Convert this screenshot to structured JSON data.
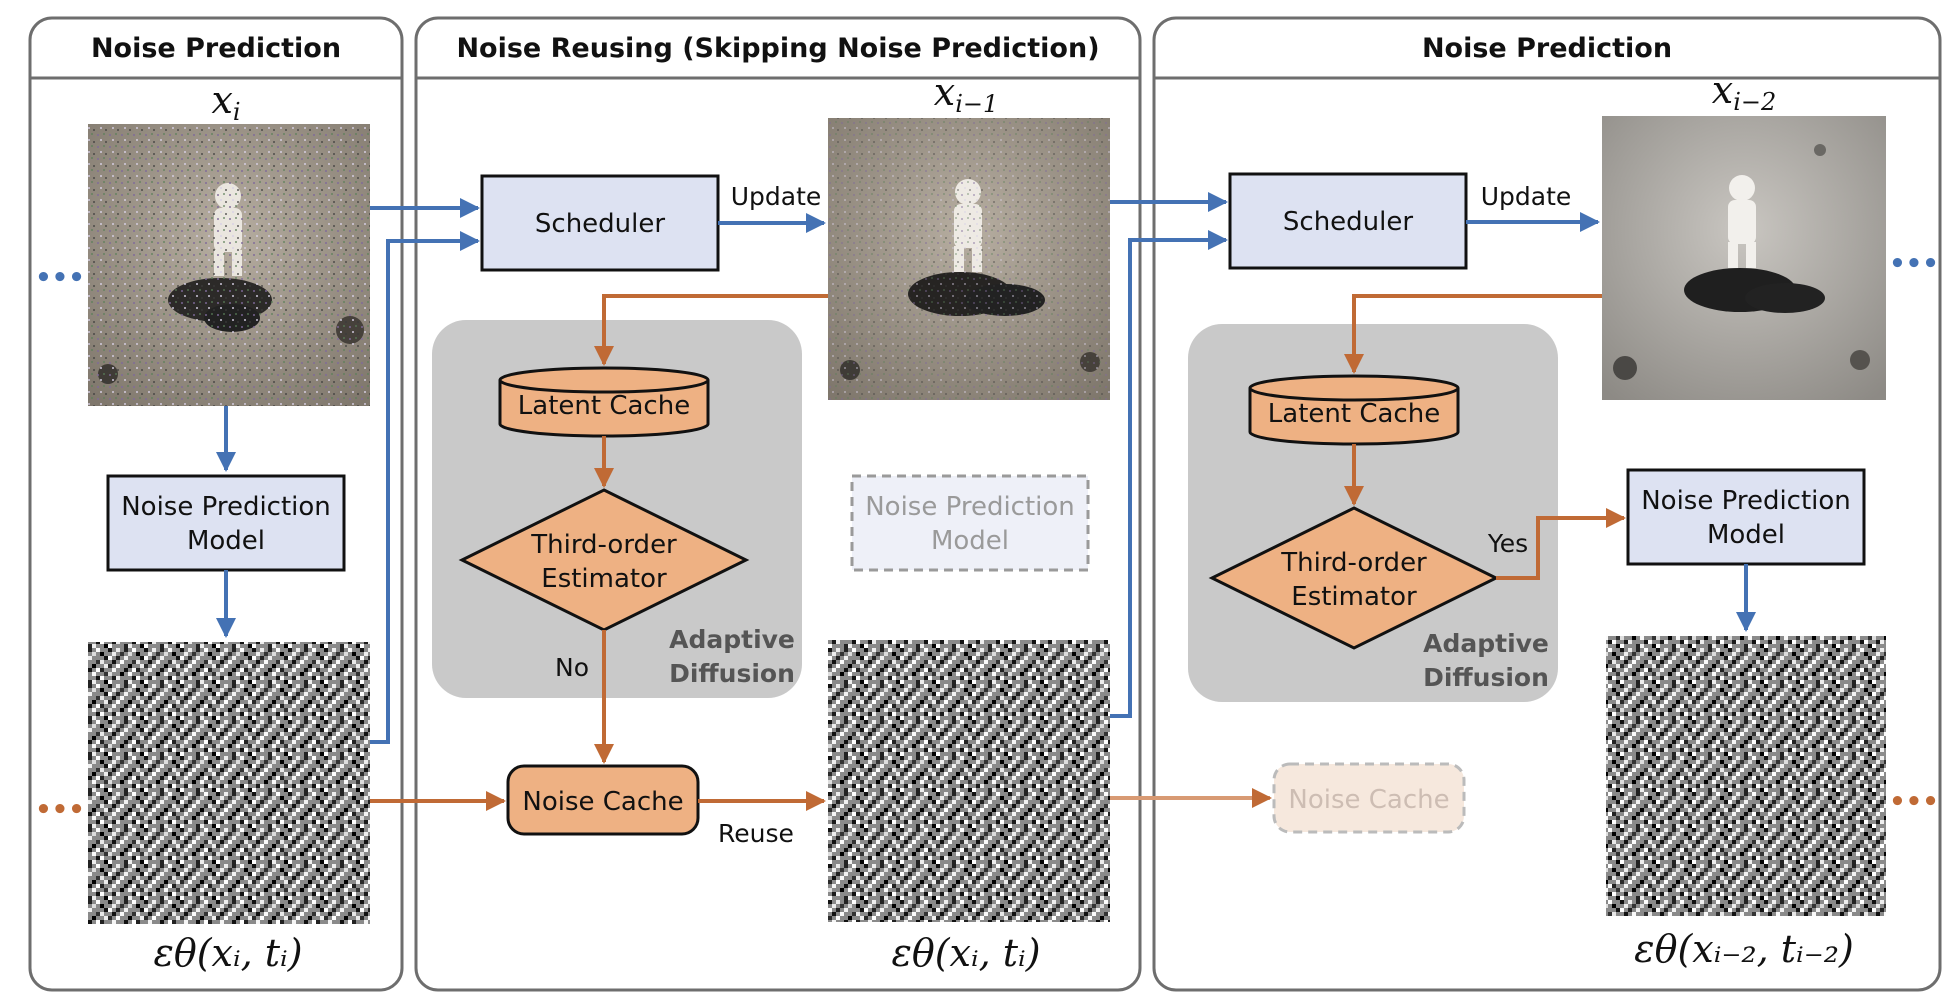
{
  "sections": {
    "left_title": "Noise Prediction",
    "middle_title": "Noise Reusing (Skipping Noise Prediction)",
    "right_title": "Noise Prediction"
  },
  "latents": {
    "xi": "x",
    "xi_sub": "i",
    "xi1": "x",
    "xi1_sub": "i−1",
    "xi2": "x",
    "xi2_sub": "i−2"
  },
  "noise_labels": {
    "left": "εθ(xᵢ,  tᵢ)",
    "middle": "εθ(xᵢ,  tᵢ)",
    "right": "εθ(xᵢ₋₂,  tᵢ₋₂)"
  },
  "boxes": {
    "scheduler": "Scheduler",
    "noise_pred_line1": "Noise Prediction",
    "noise_pred_line2": "Model",
    "latent_cache": "Latent Cache",
    "estimator_line1": "Third-order",
    "estimator_line2": "Estimator",
    "noise_cache": "Noise Cache",
    "adaptive_line1": "Adaptive",
    "adaptive_line2": "Diffusion"
  },
  "edge_labels": {
    "update": "Update",
    "reuse": "Reuse",
    "no": "No",
    "yes": "Yes"
  },
  "ellipsis": "•••",
  "colors": {
    "blue": "#4472b4",
    "orange": "#c06a35",
    "box_fill": "#dde2f2",
    "cache_fill": "#eeb183",
    "adaptive_bg": "#c9c9c9",
    "panel_stroke": "#6e6e6e"
  }
}
